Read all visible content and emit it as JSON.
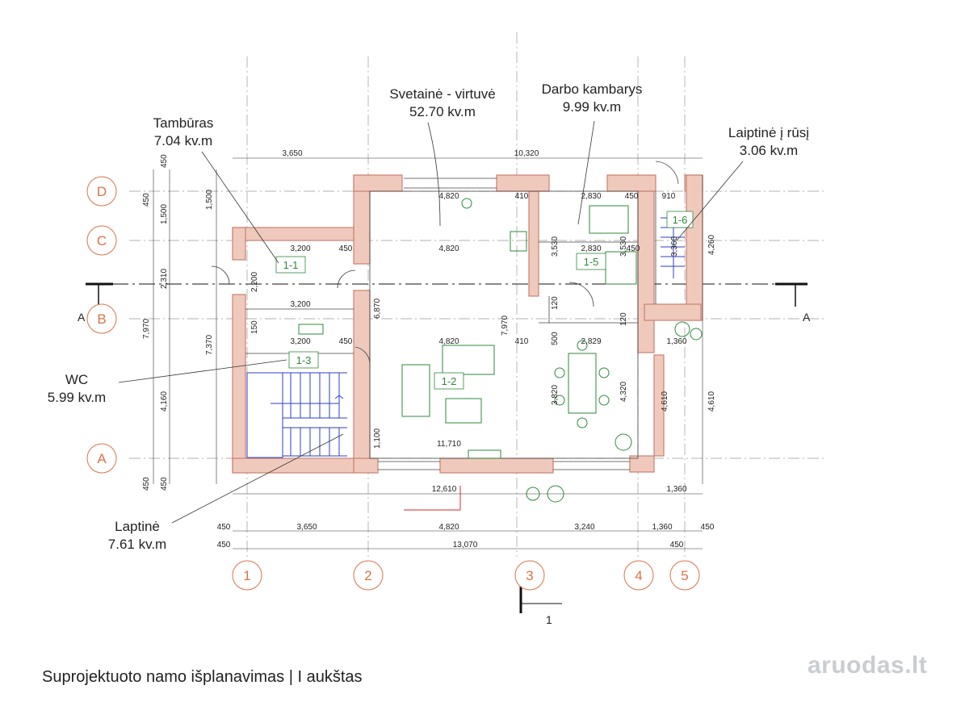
{
  "rooms": [
    {
      "name": "Tambūras",
      "area": "7.04 kv.m"
    },
    {
      "name": "Svetainė - virtuvė",
      "area": "52.70 kv.m"
    },
    {
      "name": "Darbo kambarys",
      "area": "9.99 kv.m"
    },
    {
      "name": "Laiptinė į rūsį",
      "area": "3.06 kv.m"
    },
    {
      "name": "WC",
      "area": "5.99 kv.m"
    },
    {
      "name": "Laptinė",
      "area": "7.61 kv.m"
    }
  ],
  "room_codes": [
    "1-1",
    "1-2",
    "1-3",
    "1-5",
    "1-6"
  ],
  "grid_rows": [
    "D",
    "C",
    "B",
    "A"
  ],
  "grid_cols": [
    "1",
    "2",
    "3",
    "4",
    "5"
  ],
  "section_marks": [
    "A",
    "A",
    "1"
  ],
  "dims": {
    "top": [
      "3,650",
      "10,320"
    ],
    "top_left": [
      "450",
      "450",
      "1,500",
      "1,500"
    ],
    "left": [
      "2,310",
      "7,970",
      "4,160",
      "7,370",
      "450",
      "450"
    ],
    "row_c": [
      "3,200",
      "450",
      "4,820",
      "3,530",
      "2,830",
      "3,530",
      "450",
      "3,360"
    ],
    "row_d": [
      "4,820",
      "410",
      "2,830",
      "450",
      "910"
    ],
    "interior": [
      "2,200",
      "6,870",
      "3,200",
      "150",
      "3,200",
      "450",
      "4,820",
      "7,970",
      "410",
      "500",
      "120",
      "120",
      "2,829",
      "1,360",
      "3,820",
      "4,320",
      "4,610",
      "4,610",
      "4,260",
      "1,100",
      "11,710"
    ],
    "bottom": [
      "12,610",
      "1,360"
    ],
    "bottom2": [
      "450",
      "3,650",
      "4,820",
      "3,240",
      "1,360",
      "450"
    ],
    "bottom3": [
      "450",
      "13,070",
      "450"
    ]
  },
  "caption": "Suprojektuoto namo išplanavimas | I aukštas",
  "watermark": "aruodas.lt",
  "colors": {
    "wall": "#f0c9bd",
    "wall_edge": "#c9826e",
    "grid": "#d9734a",
    "furniture": "#2e8a3a",
    "stairs": "#2b3fc9"
  }
}
